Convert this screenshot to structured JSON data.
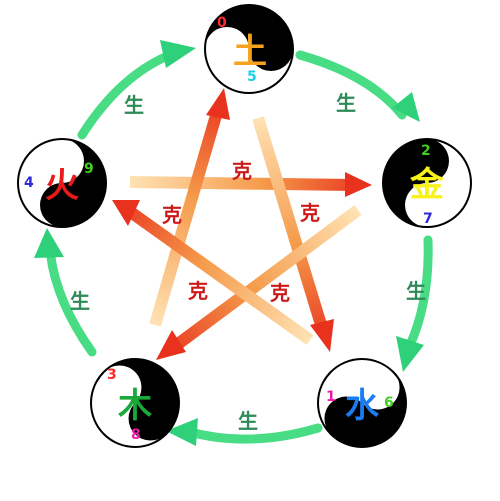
{
  "colors": {
    "sheng_arrow": "#3ddc7a",
    "sheng_text": "#2e8b57",
    "ke_arrow_head": "#e8321e",
    "ke_arrow_tail": "#ffe3b0",
    "ke_text": "#cc1a1a"
  },
  "nodes": {
    "earth": {
      "char": "土",
      "char_color": "#f6a21e",
      "num_a": "0",
      "num_a_color": "#ff2a2a",
      "num_b": "5",
      "num_b_color": "#19d0e8"
    },
    "metal": {
      "char": "金",
      "char_color": "#f7f21a",
      "num_a": "2",
      "num_a_color": "#40d020",
      "num_b": "7",
      "num_b_color": "#2a2ad8"
    },
    "water": {
      "char": "水",
      "char_color": "#1a7cf0",
      "num_a": "1",
      "num_a_color": "#ee1aa8",
      "num_b": "6",
      "num_b_color": "#40d020"
    },
    "wood": {
      "char": "木",
      "char_color": "#1aa83a",
      "num_a": "3",
      "num_a_color": "#ff2a2a",
      "num_b": "8",
      "num_b_color": "#ee1aa8"
    },
    "fire": {
      "char": "火",
      "char_color": "#e81a1a",
      "num_a": "4",
      "num_a_color": "#2a2ad8",
      "num_b": "9",
      "num_b_color": "#40d020"
    }
  },
  "labels": {
    "sheng": "生",
    "ke": "克"
  }
}
